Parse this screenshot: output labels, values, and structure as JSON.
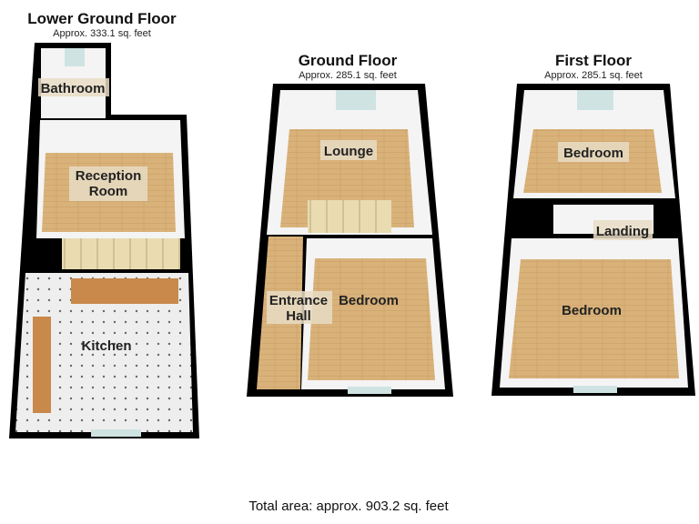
{
  "floors": [
    {
      "title": "Lower Ground Floor",
      "area": "Approx. 333.1 sq. feet",
      "rooms": {
        "bathroom": "Bathroom",
        "reception_1": "Reception",
        "reception_2": "Room",
        "kitchen": "Kitchen"
      }
    },
    {
      "title": "Ground Floor",
      "area": "Approx. 285.1 sq. feet",
      "rooms": {
        "lounge": "Lounge",
        "entrance_1": "Entrance",
        "entrance_2": "Hall",
        "bedroom": "Bedroom"
      }
    },
    {
      "title": "First Floor",
      "area": "Approx. 285.1 sq. feet",
      "rooms": {
        "bedroom_top": "Bedroom",
        "landing": "Landing",
        "bedroom_bottom": "Bedroom"
      }
    }
  ],
  "total_area": "Total area: approx. 903.2 sq. feet",
  "colors": {
    "wall": "#000000",
    "floor": "#d9b27a",
    "tile": "#eeeeee",
    "inner_wall": "#f4f4f4",
    "stairs": "#e9dcb0"
  }
}
